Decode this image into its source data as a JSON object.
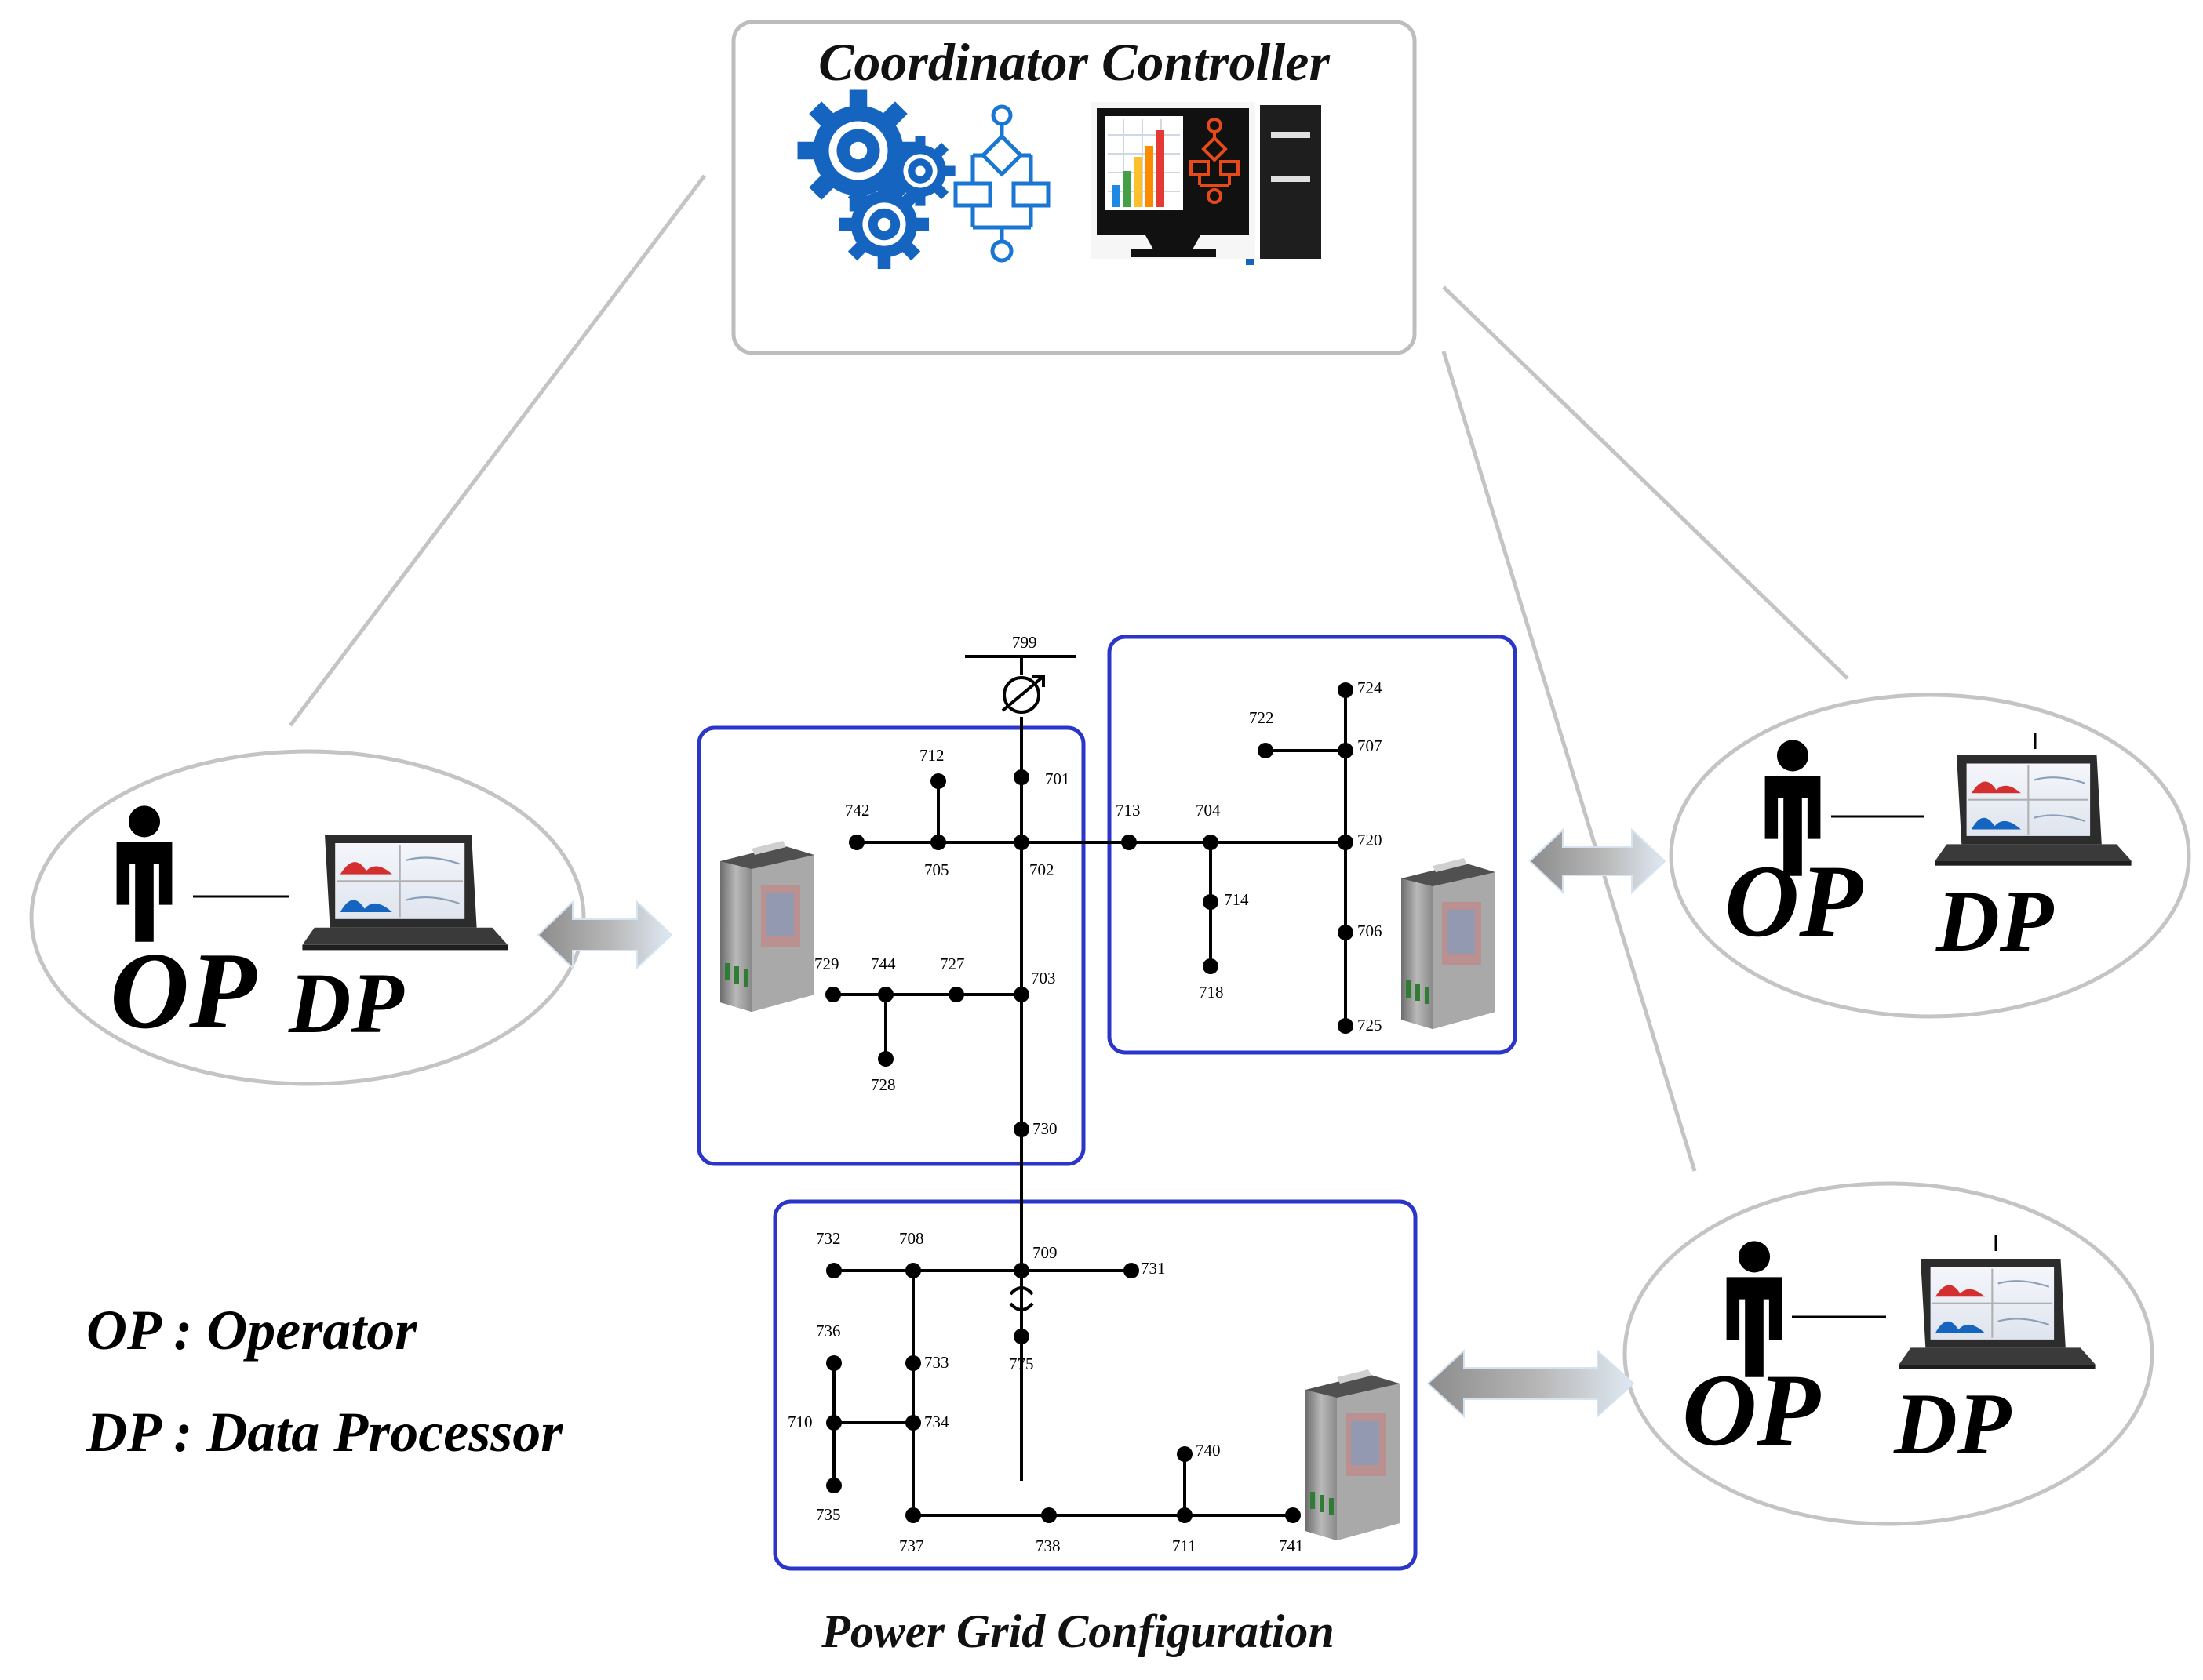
{
  "coordinator": {
    "title": "Coordinator Controller"
  },
  "stations": [
    {
      "op": "OP",
      "dp": "DP"
    },
    {
      "op": "OP",
      "dp": "DP"
    },
    {
      "op": "OP",
      "dp": "DP"
    }
  ],
  "legend": {
    "op_line": "OP : Operator",
    "dp_line": "DP : Data Processor"
  },
  "grid": {
    "caption": "Power Grid Configuration",
    "nodes": {
      "n799": "799",
      "n701": "701",
      "n702": "702",
      "n703": "703",
      "n704": "704",
      "n705": "705",
      "n706": "706",
      "n707": "707",
      "n708": "708",
      "n709": "709",
      "n710": "710",
      "n711": "711",
      "n712": "712",
      "n713": "713",
      "n714": "714",
      "n718": "718",
      "n720": "720",
      "n722": "722",
      "n724": "724",
      "n725": "725",
      "n727": "727",
      "n728": "728",
      "n729": "729",
      "n730": "730",
      "n731": "731",
      "n732": "732",
      "n733": "733",
      "n734": "734",
      "n735": "735",
      "n736": "736",
      "n737": "737",
      "n738": "738",
      "n740": "740",
      "n741": "741",
      "n742": "742",
      "n744": "744",
      "n775": "775"
    }
  },
  "colors": {
    "zone_border": "#2b35c8",
    "gear_blue": "#1565c0",
    "flow_blue": "#1976d2",
    "flow_red": "#e64a19",
    "connector_gray": "#c0c0c0",
    "arrow_gray": "#9e9e9e"
  }
}
